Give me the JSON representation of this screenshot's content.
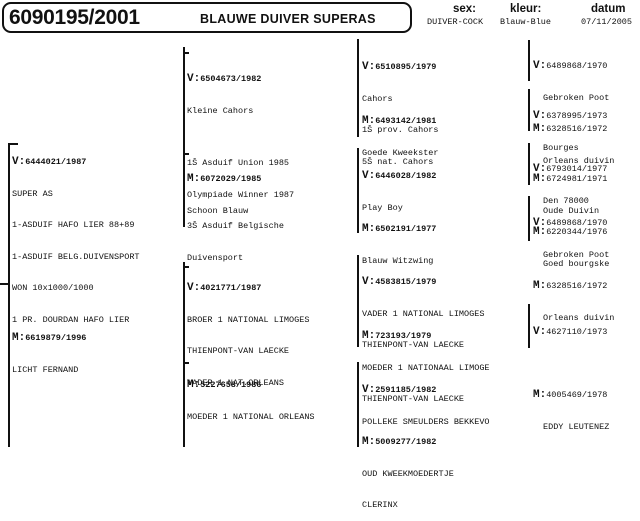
{
  "header": {
    "ring": "6090195/2001",
    "name": "BLAUWE DUIVER SUPERAS",
    "sex_label": "sex:",
    "sex_value": "DUIVER-COCK",
    "color_label": "kleur:",
    "color_value": "Blauw-Blue",
    "date_label": "datum",
    "date_value": "07/11/2005"
  },
  "gen1": {
    "sire": {
      "prefix": "V:",
      "ring": "6444021/1987",
      "lines": [
        "SUPER AS",
        "1-ASDUIF HAFO LIER 88+89",
        "1-ASDUIF BELG.DUIVENSPORT",
        "WON 10x1000/1000",
        "1 PR. DOURDAN HAFO LIER"
      ]
    },
    "dam": {
      "prefix": "M:",
      "ring": "6619879/1996",
      "lines": [
        "LICHT FERNAND"
      ]
    }
  },
  "gen2": {
    "ss": {
      "prefix": "V:",
      "ring": "6504673/1982",
      "lines": [
        "Kleine Cahors",
        "",
        "1Š Asduif Union 1985",
        "Olympiade Winner 1987",
        "3Š Asduif Belgische",
        "Duivensport"
      ]
    },
    "sd": {
      "prefix": "M:",
      "ring": "6072029/1985",
      "lines": [
        "Schoon Blauw"
      ]
    },
    "ds": {
      "prefix": "V:",
      "ring": "4021771/1987",
      "lines": [
        "BROER 1 NATIONAL LIMOGES",
        "THIENPONT-VAN LAECKE",
        "VADER 1 NAT.ORLEANS"
      ]
    },
    "dd": {
      "prefix": "M:",
      "ring": "5227658/1986",
      "lines": [
        "MOEDER 1 NATIONAL ORLEANS"
      ]
    }
  },
  "gen3": {
    "sss": {
      "prefix": "V:",
      "ring": "6510895/1979",
      "lines": [
        "Cahors",
        "1Š prov. Cahors",
        "5Š nat. Cahors"
      ]
    },
    "ssd": {
      "prefix": "M:",
      "ring": "6493142/1981",
      "lines": [
        "Goede Kweekster"
      ]
    },
    "sds": {
      "prefix": "V:",
      "ring": "6446028/1982",
      "lines": [
        "Play Boy"
      ]
    },
    "sdd": {
      "prefix": "M:",
      "ring": "6502191/1977",
      "lines": [
        "Blauw Witzwing"
      ]
    },
    "dss": {
      "prefix": "V:",
      "ring": "4583815/1979",
      "lines": [
        "VADER 1 NATIONAL LIMOGES",
        "THIENPONT-VAN LAECKE"
      ]
    },
    "dsd": {
      "prefix": "M:",
      "ring": "723193/1979",
      "lines": [
        "MOEDER 1 NATIONAAL LIMOGE",
        "THIENPONT-VAN LAECKE"
      ]
    },
    "dds": {
      "prefix": "V:",
      "ring": "2591185/1982",
      "lines": [
        "POLLEKE SMEULDERS BEKKEVO"
      ]
    },
    "ddd": {
      "prefix": "M:",
      "ring": "5009277/1982",
      "lines": [
        "OUD KWEEKMOEDERTJE",
        "CLERINX"
      ]
    }
  },
  "gen4": {
    "a": {
      "v_prefix": "V:",
      "v_ring": "6489868/1970",
      "v_name": "Gebroken Poot",
      "m_prefix": "M:",
      "m_ring": "6328516/1972",
      "m_name": "Orleans duivin"
    },
    "b": {
      "v_prefix": "V:",
      "v_ring": "6378995/1973",
      "v_name": "Bourges",
      "m_prefix": "M:",
      "m_ring": "6724981/1971",
      "m_name": "Oude Duivin"
    },
    "c": {
      "v_prefix": "V:",
      "v_ring": "6793014/1977",
      "v_name": "Den 78000",
      "m_prefix": "M:",
      "m_ring": "6220344/1976",
      "m_name": "Goed bourgske"
    },
    "d": {
      "v_prefix": "V:",
      "v_ring": "6489868/1970",
      "v_name": "Gebroken Poot",
      "m_prefix": "M:",
      "m_ring": "6328516/1972",
      "m_name": "Orleans duivin"
    },
    "e": {
      "v_prefix": "V:",
      "v_ring": "4627110/1973",
      "v_name": "",
      "m_prefix": "M:",
      "m_ring": "4005469/1978",
      "m_name": "EDDY LEUTENEZ"
    }
  }
}
